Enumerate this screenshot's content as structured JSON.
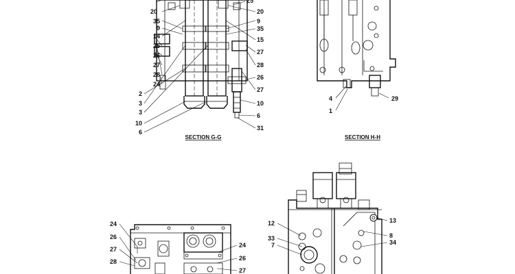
{
  "sections": {
    "gg": {
      "caption": "SECTION   G-G"
    },
    "hh": {
      "caption": "SECTION   H-H"
    }
  },
  "labels": {
    "gg_left": [
      "20",
      "35",
      "9",
      "14",
      "25",
      "26",
      "27",
      "28",
      "24",
      "2",
      "3",
      "3",
      "10",
      "6"
    ],
    "gg_right": [
      "25",
      "20",
      "9",
      "35",
      "15",
      "27",
      "28",
      "26",
      "27",
      "10",
      "6",
      "31"
    ],
    "hh": [
      "4",
      "1",
      "29"
    ],
    "bottom_left_view": [
      "24",
      "26",
      "27",
      "28",
      "24",
      "26",
      "27"
    ],
    "bottom_right_view": [
      "12",
      "33",
      "7",
      "13",
      "8",
      "34"
    ]
  }
}
